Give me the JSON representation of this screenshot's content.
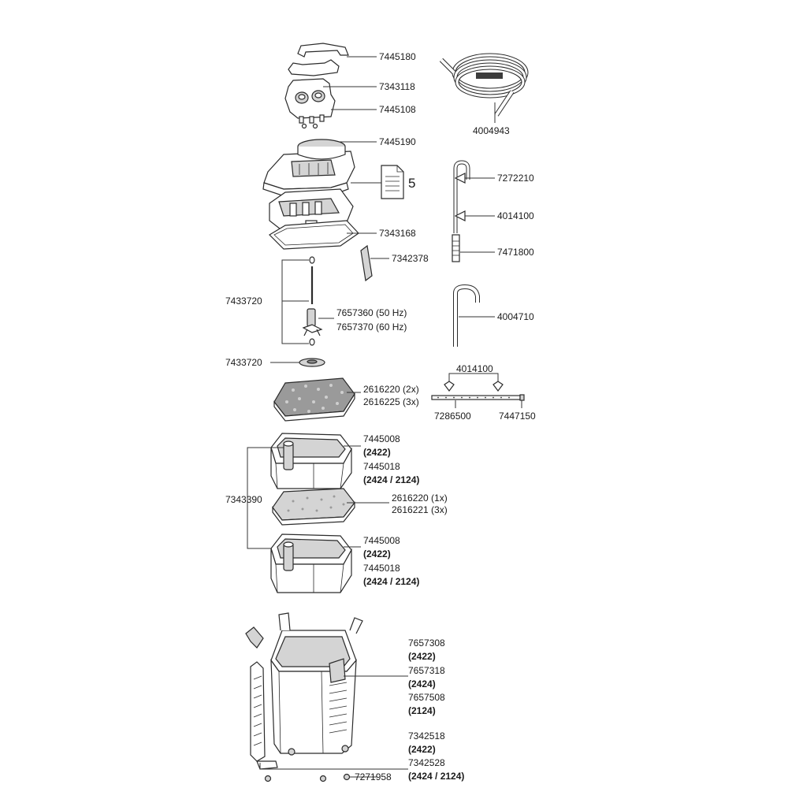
{
  "parts": {
    "clip_top": "7445180",
    "pump_head": "7343118",
    "valve_block": "7445108",
    "cover_button": "7445190",
    "manual_ref": "5",
    "seal_ring": "7343168",
    "tool_key": "7342378",
    "shaft_left": "7433720",
    "impeller_50": "7657360 (50 Hz)",
    "impeller_60": "7657370 (60 Hz)",
    "bearing": "7433720",
    "foam_top_a": "2616220 (2x)",
    "foam_top_b": "2616225 (3x)",
    "basket_upper_a": "7445008",
    "basket_upper_a_model": "(2422)",
    "basket_upper_b": "7445018",
    "basket_upper_b_model": "(2424 / 2124)",
    "basket_frame": "7343390",
    "foam_mid_a": "2616220 (1x)",
    "foam_mid_b": "2616221 (3x)",
    "basket_lower_a": "7445008",
    "basket_lower_a_model": "(2422)",
    "basket_lower_b": "7445018",
    "basket_lower_b_model": "(2424 / 2124)",
    "canister_a": "7657308",
    "canister_a_model": "(2422)",
    "canister_b": "7657318",
    "canister_b_model": "(2424)",
    "canister_c": "7657508",
    "canister_c_model": "(2124)",
    "holder_a": "7342518",
    "holder_a_model": "(2422)",
    "holder_b": "7342528",
    "holder_b_model": "(2424 / 2124)",
    "feet": "7271958",
    "hose": "4004943",
    "intake_tube": "7272210",
    "suction_cup": "4014100",
    "strainer": "7471800",
    "outlet_tube": "4004710",
    "spray_cups": "4014100",
    "spray_bar": "7286500",
    "end_cap": "7447150"
  }
}
